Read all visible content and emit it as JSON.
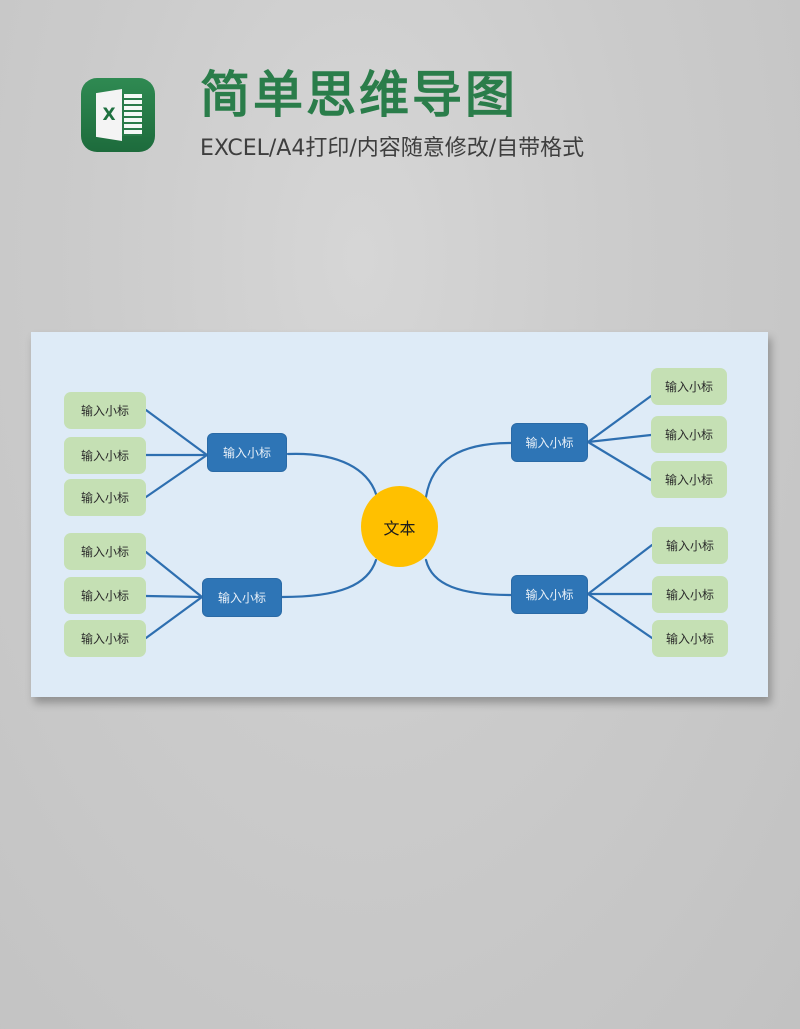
{
  "header": {
    "icon": "excel-app-icon",
    "icon_letter": "X",
    "title": "简单思维导图",
    "subtitle": "EXCEL/A4打印/内容随意修改/自带格式"
  },
  "colors": {
    "title_green": "#2a7d4a",
    "card_background": "#deebf7",
    "center_node": "#ffc000",
    "branch_node": "#2e75b6",
    "leaf_node": "#c5e0b4",
    "connector": "#2e6fb0"
  },
  "mindmap": {
    "center": {
      "label": "文本"
    },
    "branches": [
      {
        "position": "top-left",
        "label": "输入小标",
        "leaves": [
          "输入小标",
          "输入小标",
          "输入小标"
        ]
      },
      {
        "position": "bottom-left",
        "label": "输入小标",
        "leaves": [
          "输入小标",
          "输入小标",
          "输入小标"
        ]
      },
      {
        "position": "top-right",
        "label": "输入小标",
        "leaves": [
          "输入小标",
          "输入小标",
          "输入小标"
        ]
      },
      {
        "position": "bottom-right",
        "label": "输入小标",
        "leaves": [
          "输入小标",
          "输入小标",
          "输入小标"
        ]
      }
    ]
  }
}
